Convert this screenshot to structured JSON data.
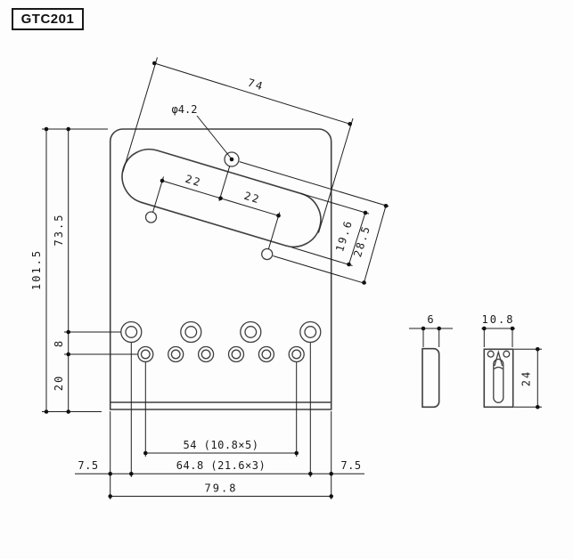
{
  "title": "GTC201",
  "drawing": {
    "main_view": {
      "dim_opening_length": "74",
      "dim_hole_diameter": "φ4.2",
      "dim_hole_spacing_left": "22",
      "dim_hole_spacing_right": "22",
      "dim_total_height": "101.5",
      "dim_top_to_screw_row": "73.5",
      "dim_screw_to_string_row": "8",
      "dim_string_row_to_bottom": "20",
      "dim_opening_width": "19.6",
      "dim_mount_hole_offset": "28.5",
      "dim_string_hole_span": "54 (10.8×5)",
      "dim_screw_hole_span": "64.8 (21.6×3)",
      "dim_margin_left": "7.5",
      "dim_margin_right": "7.5",
      "dim_plate_width": "79.8"
    },
    "side_view": {
      "dim_thickness": "6"
    },
    "saddle_view": {
      "dim_width": "10.8",
      "dim_length": "24"
    }
  }
}
